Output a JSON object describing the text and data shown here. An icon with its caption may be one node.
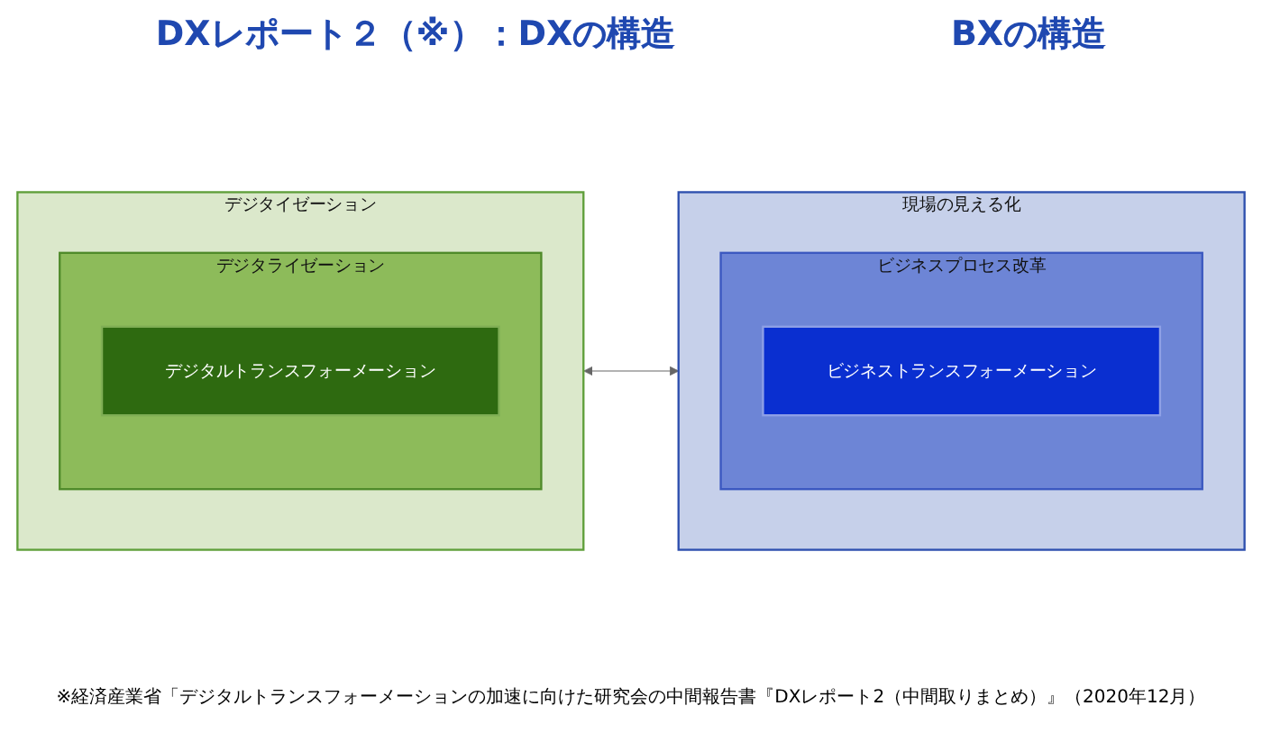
{
  "diagram": {
    "nodes": [
      {
        "text": [
          "デジタイゼーション"
        ]
      },
      {
        "text": [
          "デジタライゼーション"
        ],
        "in": 0
      },
      {
        "text": [
          "デジタルトランスフォーメーション"
        ],
        "in": 1
      },
      {
        "text": [
          "現場の見える化"
        ]
      },
      {
        "text": [
          "ビジネスプロセス改革"
        ],
        "in": 3
      },
      {
        "text": [
          "ビジネストランスフォーメーション"
        ],
        "in": 4
      }
    ],
    "edges": [
      {
        "from": 0,
        "to": 3,
        "arrow": "both",
        "color": "#666666"
      }
    ],
    "labels": [
      "DXレポート２（※）：DXの構造",
      "BXの構造",
      "※経済産業省「デジタルトランスフォーメーションの加速に向けた研究会の中間報告書『DXレポート2（中間取りまとめ）』（2020年12月）"
    ]
  }
}
